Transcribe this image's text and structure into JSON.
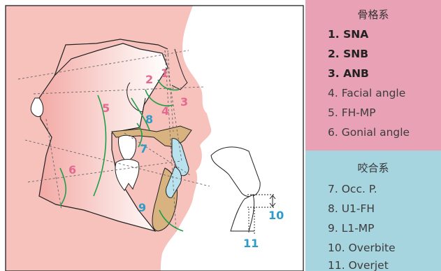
{
  "legend": {
    "skeletal_heading": "骨格系",
    "skeletal_items": [
      {
        "label": "1. SNA",
        "bold": true
      },
      {
        "label": "2. SNB",
        "bold": true
      },
      {
        "label": "3. ANB",
        "bold": true
      },
      {
        "label": "4. Facial angle",
        "bold": false
      },
      {
        "label": "5. FH-MP",
        "bold": false
      },
      {
        "label": "6. Gonial angle",
        "bold": false
      }
    ],
    "occlusal_heading": "咬合系",
    "occlusal_items": [
      {
        "label": "7. Occ. P."
      },
      {
        "label": "8. U1-FH"
      },
      {
        "label": "9. L1-MP"
      },
      {
        "label": "10. Overbite"
      },
      {
        "label": "11. Overjet"
      }
    ]
  },
  "diagram": {
    "skeletal_labels": [
      "1",
      "2",
      "3",
      "4",
      "5",
      "6"
    ],
    "occlusal_labels": [
      "7",
      "8",
      "9",
      "10",
      "11"
    ]
  },
  "colors": {
    "skin": "#f7c2bc",
    "skeletal_accent": "#e36a8e",
    "occlusal_accent": "#2e9cc6",
    "skeletal_panel": "#e9a1b6",
    "occlusal_panel": "#a6d4df",
    "bone_tan": "#d9b37f",
    "angle_green": "#1e9e4a",
    "tooth_blue": "#b9e2ee"
  }
}
